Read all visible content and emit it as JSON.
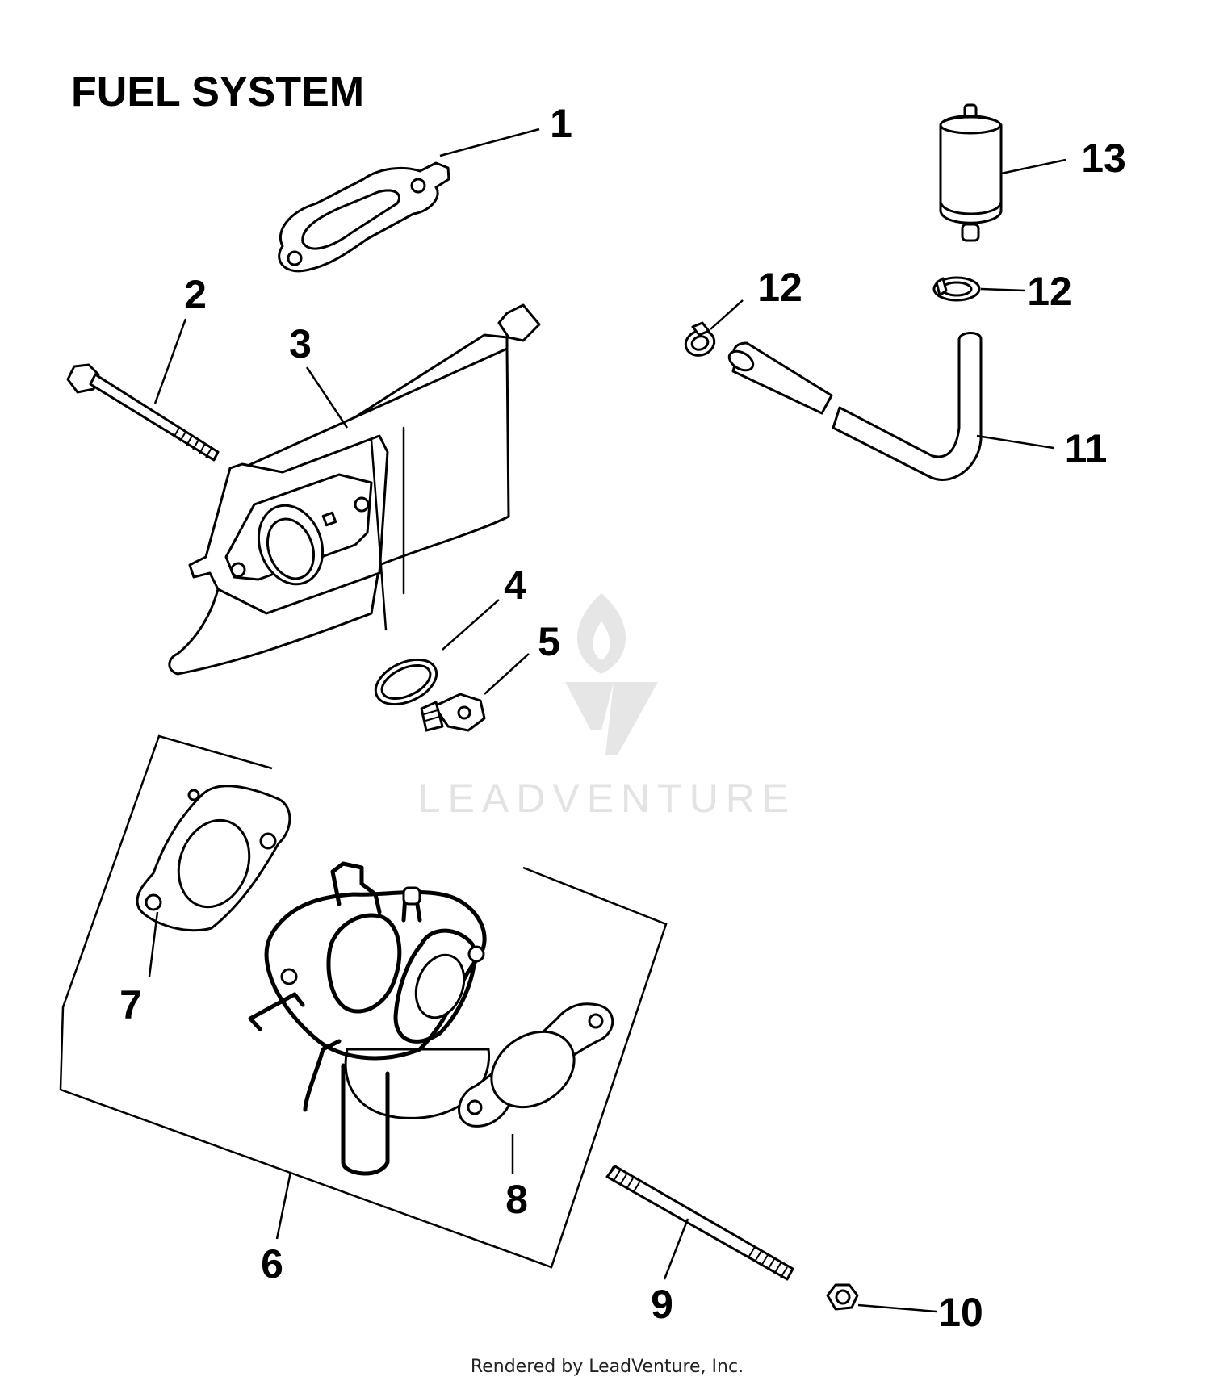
{
  "title": "FUEL SYSTEM",
  "watermark": {
    "text": "LEADVENTURE"
  },
  "footer": {
    "credit": "Rendered by LeadVenture, Inc."
  },
  "callouts": [
    {
      "id": "c1",
      "label": "1",
      "part": "gasket"
    },
    {
      "id": "c2",
      "label": "2",
      "part": "bolt"
    },
    {
      "id": "c3",
      "label": "3",
      "part": "intake manifold shield"
    },
    {
      "id": "c4",
      "label": "4",
      "part": "washer"
    },
    {
      "id": "c5",
      "label": "5",
      "part": "screw"
    },
    {
      "id": "c6",
      "label": "6",
      "part": "carburetor kit"
    },
    {
      "id": "c7",
      "label": "7",
      "part": "gasket"
    },
    {
      "id": "c8",
      "label": "8",
      "part": "gasket"
    },
    {
      "id": "c9",
      "label": "9",
      "part": "stud"
    },
    {
      "id": "c10",
      "label": "10",
      "part": "nut"
    },
    {
      "id": "c11",
      "label": "11",
      "part": "fuel line"
    },
    {
      "id": "c12a",
      "label": "12",
      "part": "hose clamp"
    },
    {
      "id": "c12b",
      "label": "12",
      "part": "hose clamp"
    },
    {
      "id": "c13",
      "label": "13",
      "part": "fuel filter"
    }
  ],
  "colors": {
    "line": "#000000",
    "watermark": "#e3e3e3",
    "background": "#ffffff"
  }
}
